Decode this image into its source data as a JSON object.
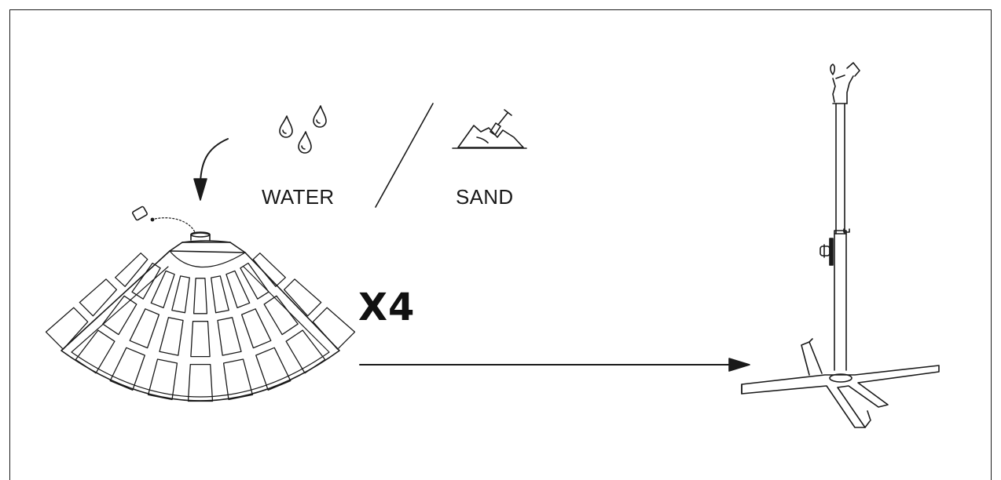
{
  "labels": {
    "water": "WATER",
    "sand": "SAND",
    "multiplier": "X4"
  },
  "icons": {
    "water": "water-drops-icon",
    "sand": "sand-shovel-icon"
  },
  "colors": {
    "stroke": "#1a1a1a",
    "background": "#ffffff"
  }
}
